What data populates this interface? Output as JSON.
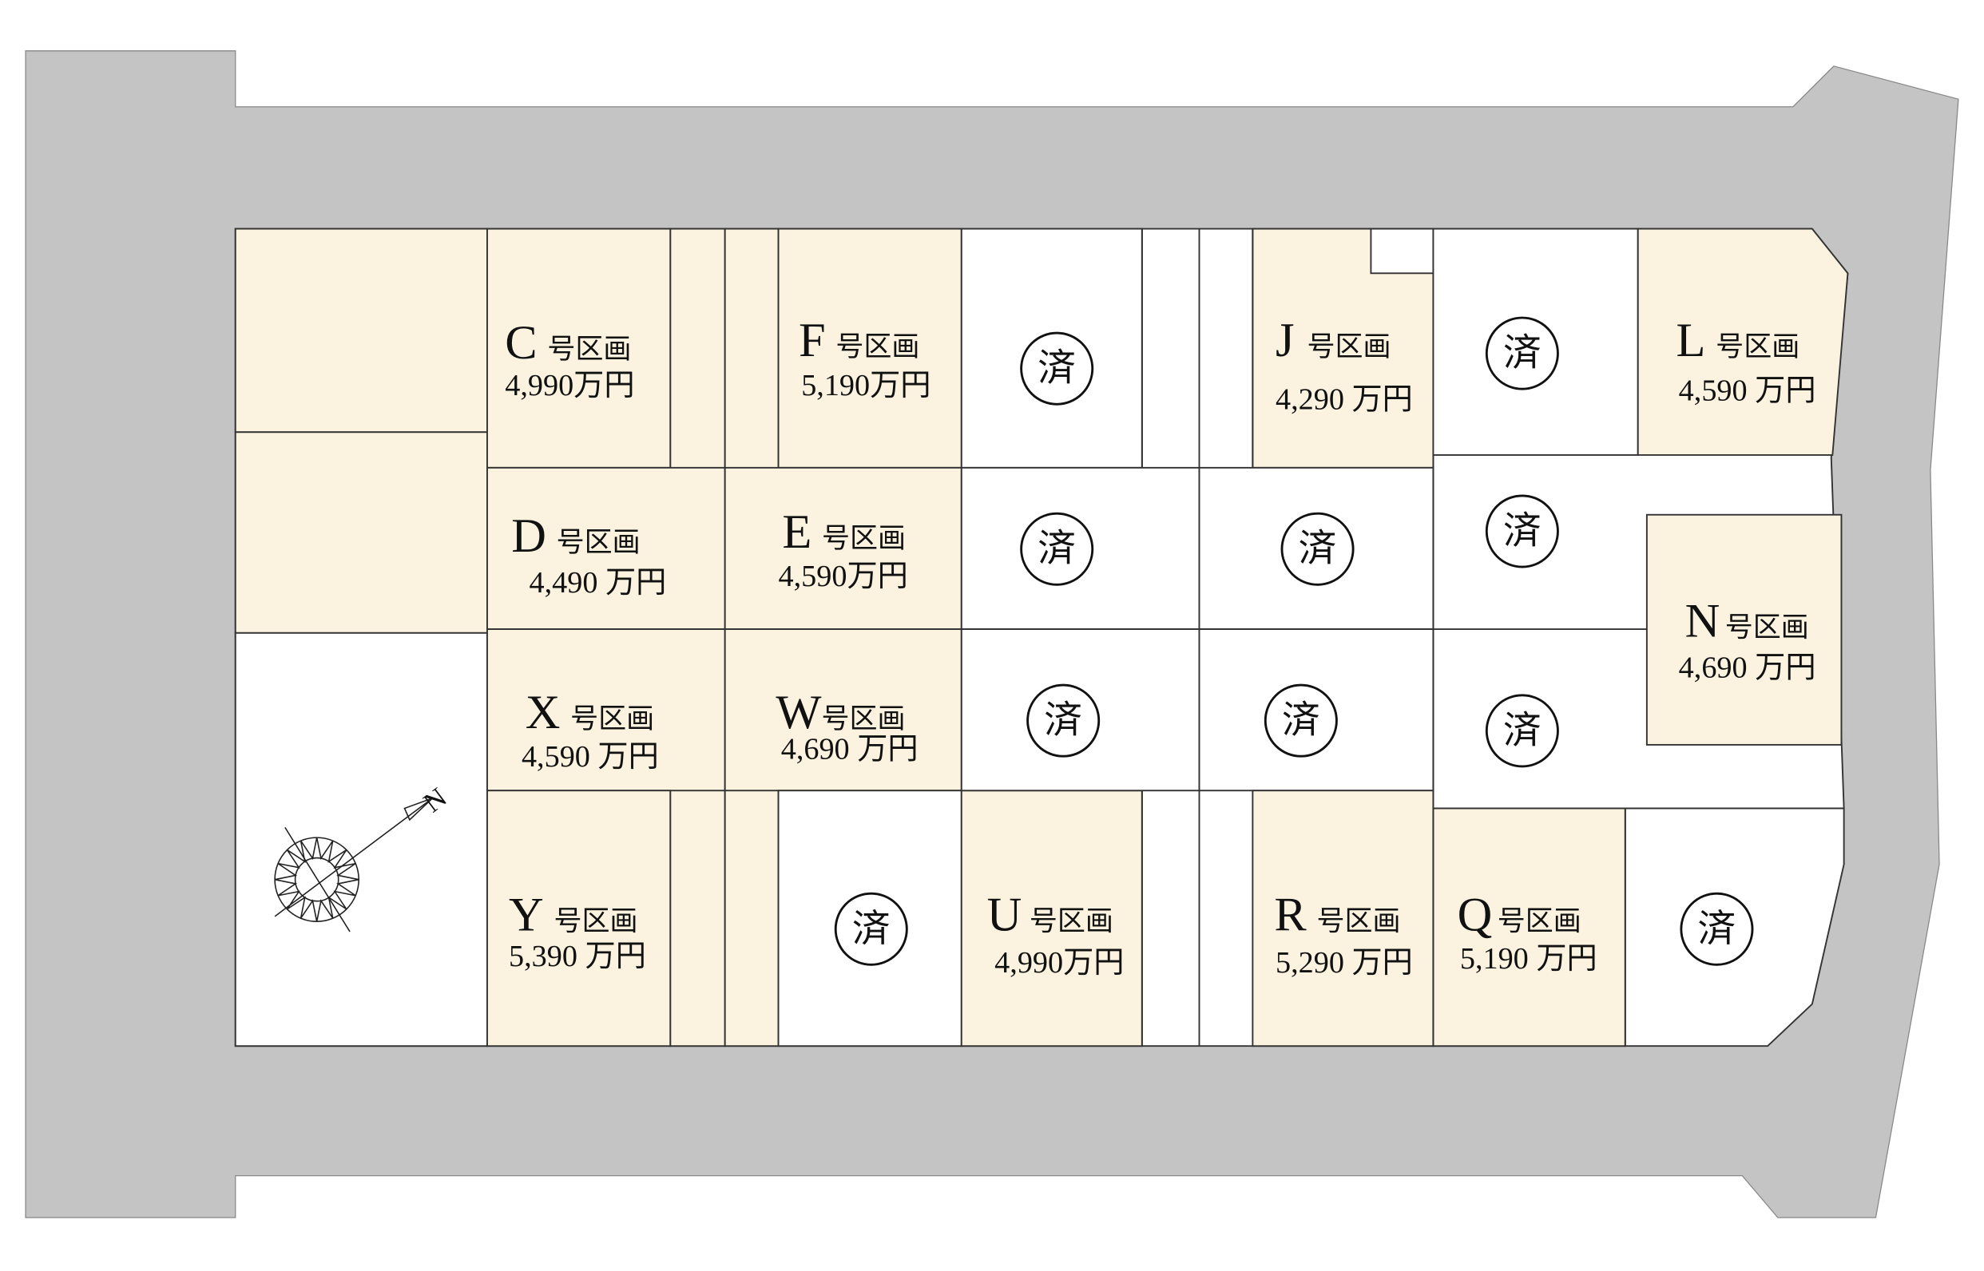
{
  "colors": {
    "road": "#c4c4c4",
    "available_lot": "#fbf3df",
    "sold_lot": "#ffffff",
    "line": "#333333"
  },
  "lot_suffix": "号区画",
  "sold_mark": "済",
  "compass_label": "N",
  "lots": {
    "C": {
      "letter": "C",
      "price": "4,990万円"
    },
    "D": {
      "letter": "D",
      "price": "4,490 万円"
    },
    "E": {
      "letter": "E",
      "price": "4,590万円"
    },
    "F": {
      "letter": "F",
      "price": "5,190万円"
    },
    "J": {
      "letter": "J",
      "price": "4,290 万円"
    },
    "L": {
      "letter": "L",
      "price": "4,590 万円"
    },
    "N": {
      "letter": "N",
      "price": "4,690 万円"
    },
    "Q": {
      "letter": "Q",
      "price": "5,190 万円"
    },
    "R": {
      "letter": "R",
      "price": "5,290 万円"
    },
    "U": {
      "letter": "U",
      "price": "4,990万円"
    },
    "W": {
      "letter": "W",
      "price": "4,690 万円"
    },
    "X": {
      "letter": "X",
      "price": "4,590 万円"
    },
    "Y": {
      "letter": "Y",
      "price": "5,390 万円"
    }
  }
}
